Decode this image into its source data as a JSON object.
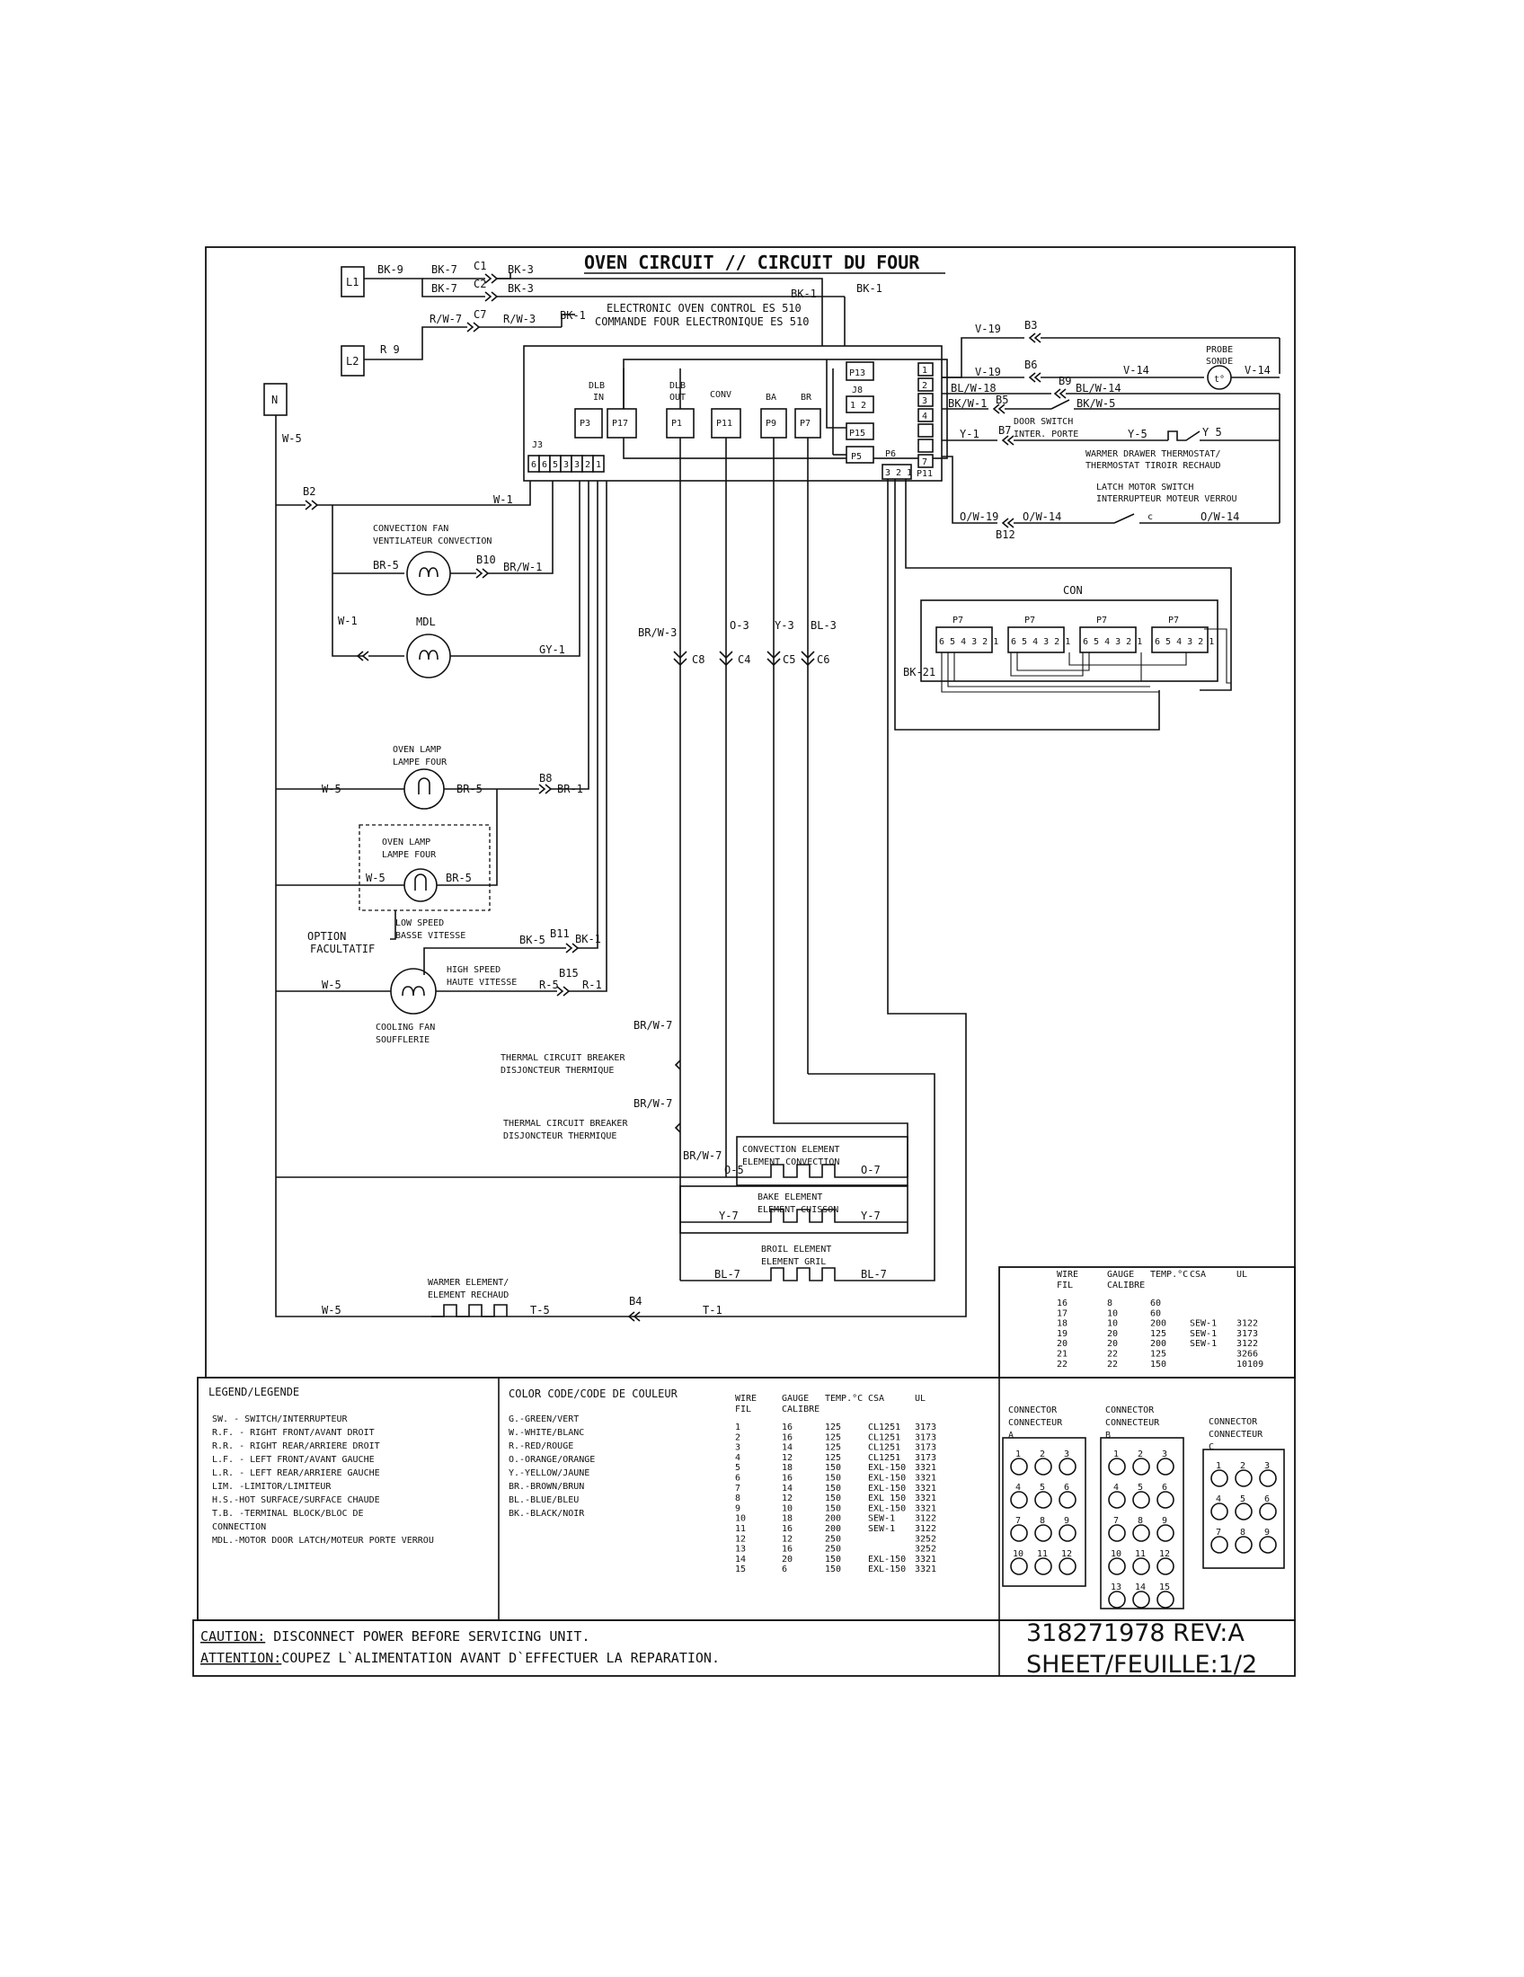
{
  "title": "OVEN CIRCUIT // CIRCUIT DU FOUR",
  "control": {
    "line1": "ELECTRONIC OVEN CONTROL ES 510",
    "line2": "COMMANDE FOUR ELECTRONIQUE ES 510"
  },
  "terminals": {
    "l1": "L1",
    "l2": "L2",
    "n": "N"
  },
  "wires": {
    "bk9": "BK-9",
    "bk7a": "BK-7",
    "bk7b": "BK-7",
    "bk3a": "BK-3",
    "bk3b": "BK-3",
    "bk1a": "BK-1",
    "bk1b": "BK-1",
    "bk1c": "BK-1",
    "rw7": "R/W-7",
    "rw3": "R/W-3",
    "r9": "R 9",
    "w5n": "W-5",
    "w1": "W-1",
    "w1b": "W-1",
    "br5": "BR-5",
    "brw1": "BR/W-1",
    "gy1": "GY-1",
    "brw3": "BR/W-3",
    "o3": "O-3",
    "y3": "Y-3",
    "bl3": "BL-3",
    "w5lamp": "W-5",
    "br5lamp": "BR-5",
    "br1": "BR-1",
    "w5opt": "W-5",
    "br5opt": "BR-5",
    "bk5": "BK-5",
    "bk1d": "BK-1",
    "w5cool": "W-5",
    "r5": "R-5",
    "r1": "R-1",
    "brw7a": "BR/W-7",
    "brw7b": "BR/W-7",
    "brw7c": "BR/W-7",
    "o5": "O-5",
    "o7": "O-7",
    "y7a": "Y-7",
    "y7b": "Y-7",
    "bl7a": "BL-7",
    "bl7b": "BL-7",
    "w5warm": "W-5",
    "t5": "T-5",
    "t1": "T-1",
    "v19a": "V-19",
    "v19b": "V-19",
    "v14a": "V-14",
    "v14b": "V-14",
    "blw18": "BL/W-18",
    "blw14": "BL/W-14",
    "bkw1": "BK/W-1",
    "bkw5": "BK/W-5",
    "y1": "Y-1",
    "y5a": "Y-5",
    "y5b": "Y 5",
    "ow19": "O/W-19",
    "ow14a": "O/W-14",
    "ow14b": "O/W-14",
    "bk21": "BK-21"
  },
  "connectors": {
    "c1": "C1",
    "c2": "C2",
    "c7": "C7",
    "c8": "C8",
    "c4": "C4",
    "c5": "C5",
    "c6": "C6",
    "b2": "B2",
    "b10": "B10",
    "b8": "B8",
    "b11": "B11",
    "b15": "B15",
    "b4": "B4",
    "b3": "B3",
    "b6": "B6",
    "b9": "B9",
    "b5": "B5",
    "b7": "B7",
    "b12": "B12",
    "cmark": "c"
  },
  "control_ports": {
    "dlb_in": "DLB",
    "dlb_in2": "IN",
    "dlb_out": "DLB",
    "dlb_out2": "OUT",
    "conv": "CONV",
    "ba": "BA",
    "br": "BR",
    "p3": "P3",
    "p17": "P17",
    "p1": "P1",
    "p11": "P11",
    "p9": "P9",
    "p7": "P7",
    "p13": "P13",
    "j8": "J8",
    "j8pins": "1 2",
    "p15": "P15",
    "p5": "P5",
    "p6": "P6",
    "p6pins": "3 2 1",
    "p11r": "P11",
    "j3": "J3",
    "j3pins": [
      "6",
      "6",
      "5",
      "3",
      "3",
      "2",
      "1"
    ],
    "right_pins": [
      "1",
      "2",
      "3",
      "4",
      "",
      "",
      "7"
    ]
  },
  "components": {
    "probe1": "PROBE",
    "probe2": "SONDE",
    "probe_sym": "t°",
    "door1": "DOOR SWITCH",
    "door2": "INTER. PORTE",
    "warm_th1": "WARMER DRAWER THERMOSTAT/",
    "warm_th2": "THERMOSTAT TIROIR RECHAUD",
    "latch1": "LATCH MOTOR SWITCH",
    "latch2": "INTERRUPTEUR MOTEUR VERROU",
    "conv_fan1": "CONVECTION FAN",
    "conv_fan2": "VENTILATEUR CONVECTION",
    "mdl": "MDL",
    "lamp1": "OVEN LAMP",
    "lamp2": "LAMPE FOUR",
    "lamp_opt1": "OVEN LAMP",
    "lamp_opt2": "LAMPE FOUR",
    "option1": "OPTION",
    "option2": "FACULTATIF",
    "low1": "LOW SPEED",
    "low2": "BASSE VITESSE",
    "high1": "HIGH SPEED",
    "high2": "HAUTE VITESSE",
    "cool1": "COOLING FAN",
    "cool2": "SOUFFLERIE",
    "tcb1a": "THERMAL CIRCUIT BREAKER",
    "tcb1b": "DISJONCTEUR THERMIQUE",
    "tcb2a": "THERMAL CIRCUIT BREAKER",
    "tcb2b": "DISJONCTEUR THERMIQUE",
    "conv_el1": "CONVECTION ELEMENT",
    "conv_el2": "ELEMENT CONVECTION",
    "bake1": "BAKE ELEMENT",
    "bake2": "ELEMENT CUISSON",
    "broil1": "BROIL ELEMENT",
    "broil2": "ELEMENT GRIL",
    "warm_el1": "WARMER ELEMENT/",
    "warm_el2": "ELEMENT RECHAUD",
    "con": "CON",
    "p7s": [
      "P7",
      "P7",
      "P7",
      "P7"
    ],
    "p7pins": "6 5 4 3 2 1"
  },
  "legend": {
    "title": "LEGEND/LEGENDE",
    "items": [
      "SW.  - SWITCH/INTERRUPTEUR",
      "R.F. - RIGHT FRONT/AVANT DROIT",
      "R.R. - RIGHT REAR/ARRIERE DROIT",
      "L.F. - LEFT FRONT/AVANT GAUCHE",
      "L.R. - LEFT REAR/ARRIERE GAUCHE",
      "LIM. -LIMITOR/LIMITEUR",
      "H.S.-HOT SURFACE/SURFACE CHAUDE",
      "T.B. -TERMINAL BLOCK/BLOC DE",
      "      CONNECTION",
      "MDL.-MOTOR DOOR LATCH/MOTEUR PORTE VERROU"
    ]
  },
  "color_code": {
    "title": "COLOR CODE/CODE DE COULEUR",
    "items": [
      "G.-GREEN/VERT",
      "W.-WHITE/BLANC",
      "R.-RED/ROUGE",
      "O.-ORANGE/ORANGE",
      "Y.-YELLOW/JAUNE",
      "BR.-BROWN/BRUN",
      "BL.-BLUE/BLEU",
      "BK.-BLACK/NOIR"
    ]
  },
  "wire_table": {
    "headers": [
      "WIRE",
      "GAUGE",
      "TEMP.°C",
      "CSA",
      "UL"
    ],
    "headers2": [
      "FIL",
      "CALIBRE",
      "",
      "",
      ""
    ],
    "rows": [
      [
        "1",
        "16",
        "125",
        "CL1251",
        "3173"
      ],
      [
        "2",
        "16",
        "125",
        "CL1251",
        "3173"
      ],
      [
        "3",
        "14",
        "125",
        "CL1251",
        "3173"
      ],
      [
        "4",
        "12",
        "125",
        "CL1251",
        "3173"
      ],
      [
        "5",
        "18",
        "150",
        "EXL-150",
        "3321"
      ],
      [
        "6",
        "16",
        "150",
        "EXL-150",
        "3321"
      ],
      [
        "7",
        "14",
        "150",
        "EXL-150",
        "3321"
      ],
      [
        "8",
        "12",
        "150",
        "EXL 150",
        "3321"
      ],
      [
        "9",
        "10",
        "150",
        "EXL-150",
        "3321"
      ],
      [
        "10",
        "18",
        "200",
        "SEW-1",
        "3122"
      ],
      [
        "11",
        "16",
        "200",
        "SEW-1",
        "3122"
      ],
      [
        "12",
        "12",
        "250",
        "",
        "3252"
      ],
      [
        "13",
        "16",
        "250",
        "",
        "3252"
      ],
      [
        "14",
        "20",
        "150",
        "EXL-150",
        "3321"
      ],
      [
        "15",
        "6",
        "150",
        "EXL-150",
        "3321"
      ]
    ]
  },
  "wire_table2": {
    "headers": [
      "WIRE",
      "GAUGE",
      "TEMP.°C",
      "CSA",
      "UL"
    ],
    "headers2": [
      "FIL",
      "CALIBRE",
      "",
      "",
      ""
    ],
    "rows": [
      [
        "16",
        "8",
        "60",
        "",
        ""
      ],
      [
        "17",
        "10",
        "60",
        "",
        ""
      ],
      [
        "18",
        "10",
        "200",
        "SEW-1",
        "3122"
      ],
      [
        "19",
        "20",
        "125",
        "SEW-1",
        "3173"
      ],
      [
        "20",
        "20",
        "200",
        "SEW-1",
        "3122"
      ],
      [
        "21",
        "22",
        "125",
        "",
        "3266"
      ],
      [
        "22",
        "22",
        "150",
        "",
        "10109"
      ]
    ]
  },
  "connector_blocks": [
    {
      "title1": "CONNECTOR",
      "title2": "CONNECTEUR",
      "letter": "A",
      "pins": [
        "1",
        "2",
        "3",
        "4",
        "5",
        "6",
        "7",
        "8",
        "9",
        "10",
        "11",
        "12"
      ]
    },
    {
      "title1": "CONNECTOR",
      "title2": "CONNECTEUR",
      "letter": "B",
      "pins": [
        "1",
        "2",
        "3",
        "4",
        "5",
        "6",
        "7",
        "8",
        "9",
        "10",
        "11",
        "12",
        "13",
        "14",
        "15"
      ]
    },
    {
      "title1": "CONNECTOR",
      "title2": "CONNECTEUR",
      "letter": "C",
      "pins": [
        "1",
        "2",
        "3",
        "4",
        "5",
        "6",
        "7",
        "8",
        "9"
      ]
    }
  ],
  "caution": {
    "label1": "CAUTION:",
    "text1": " DISCONNECT POWER BEFORE SERVICING UNIT.",
    "label2": "ATTENTION:",
    "text2": "COUPEZ L`ALIMENTATION AVANT D`EFFECTUER LA REPARATION."
  },
  "part": {
    "number": "318271978 REV:A",
    "sheet": "SHEET/FEUILLE:1/2"
  }
}
